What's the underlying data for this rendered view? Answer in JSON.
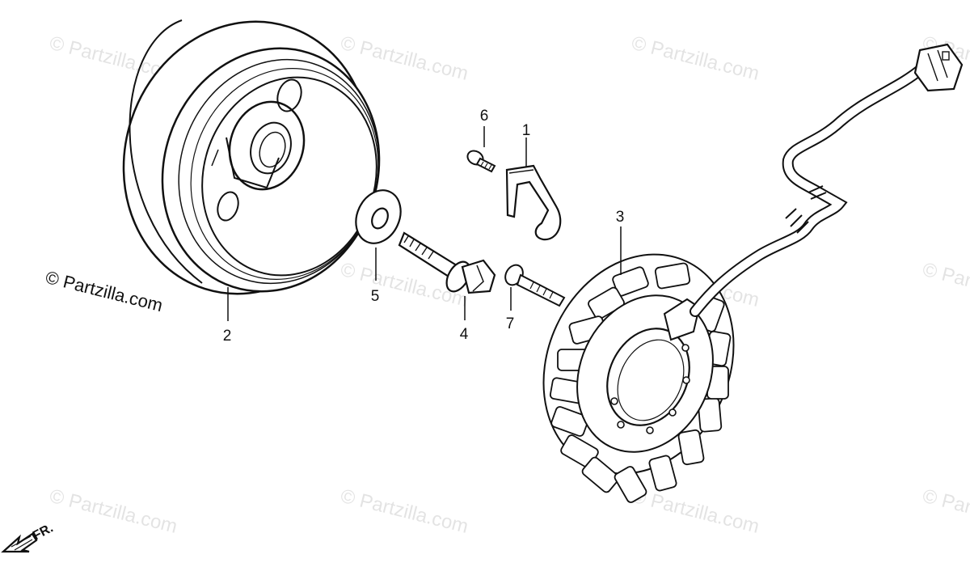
{
  "watermark": {
    "text": "© Partzilla.com"
  },
  "copyright_note": "© Partzilla.com",
  "front_indicator": "FR.",
  "callouts": {
    "part_1": "1",
    "part_2": "2",
    "part_3": "3",
    "part_4": "4",
    "part_5": "5",
    "part_6": "6",
    "part_7": "7"
  },
  "colors": {
    "line": "#111111",
    "background": "#ffffff",
    "watermark": "#000000"
  }
}
